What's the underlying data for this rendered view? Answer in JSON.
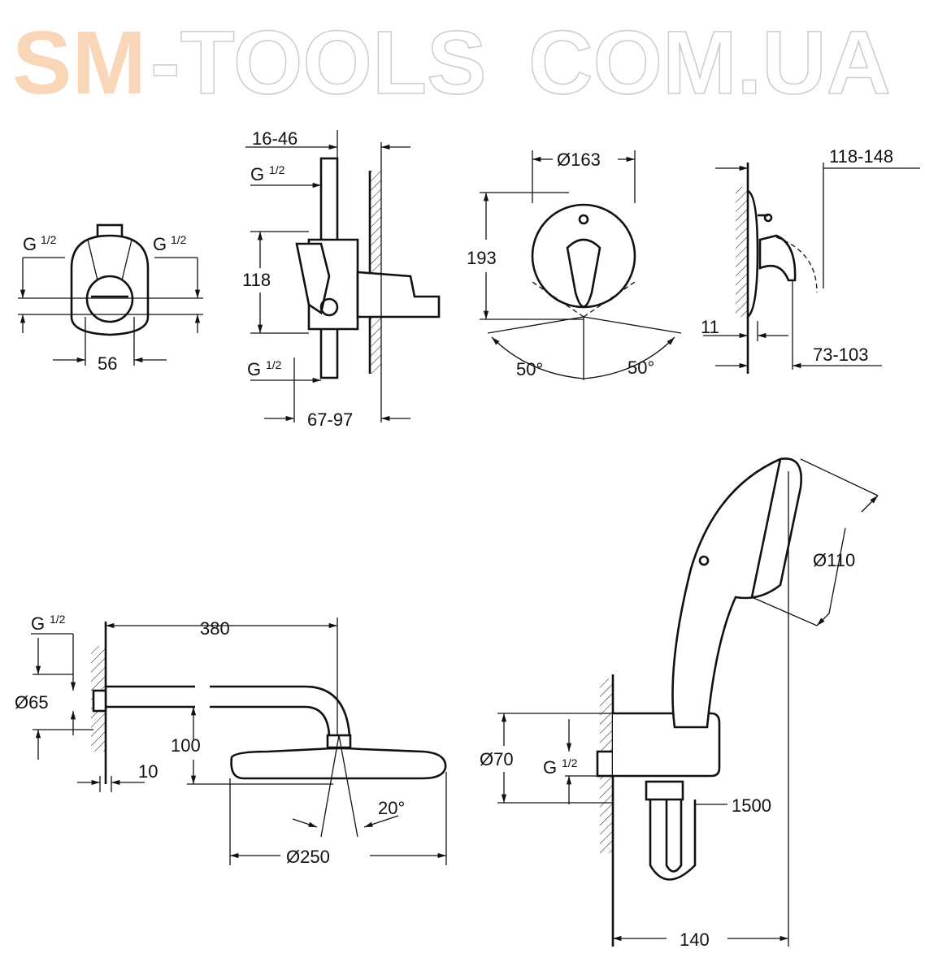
{
  "drawing": {
    "valve_front": {
      "g_left": {
        "g": "G",
        "frac": "1/2"
      },
      "g_right": {
        "g": "G",
        "frac": "1/2"
      },
      "width": "56"
    },
    "valve_side": {
      "depth_top": "16-46",
      "g_top": {
        "g": "G",
        "frac": "1/2"
      },
      "height": "118",
      "g_bottom": {
        "g": "G",
        "frac": "1/2"
      },
      "depth_bottom": "67-97"
    },
    "trim_front": {
      "diameter": "Ø163",
      "height": "193",
      "angle_left": "50°",
      "angle_right": "50°"
    },
    "trim_side": {
      "projection": "118-148",
      "plate": "11",
      "lever": "73-103"
    },
    "head_shower": {
      "g": {
        "g": "G",
        "frac": "1/2"
      },
      "arm_length": "380",
      "flange": "Ø65",
      "drop": "100",
      "wall_gap": "10",
      "angle": "20°",
      "diameter": "Ø250"
    },
    "hand_shower": {
      "diameter": "Ø110",
      "outlet": "Ø70",
      "g": {
        "g": "G",
        "frac": "1/2"
      },
      "hose": "1500",
      "projection": "140"
    }
  },
  "watermark": {
    "line1_a": "SM",
    "line1_b": "-TOOLS",
    "line2": "COM.UA"
  }
}
